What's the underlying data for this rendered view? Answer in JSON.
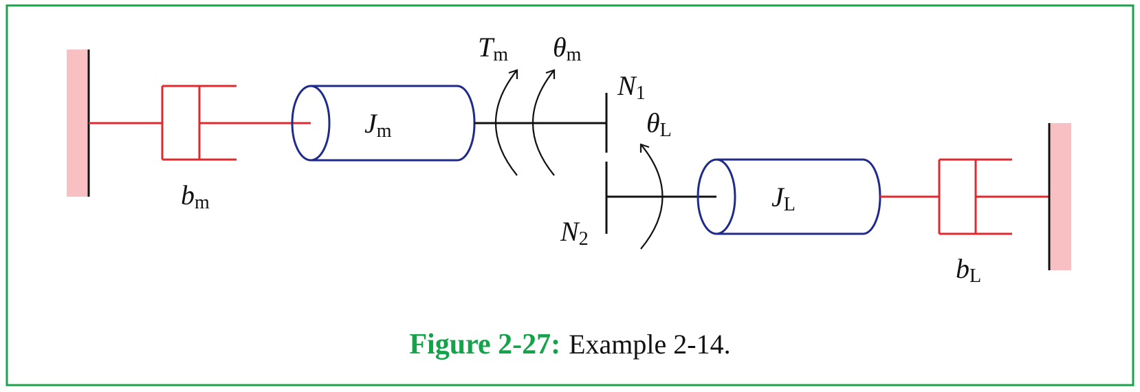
{
  "labels": {
    "Tm": {
      "main": "T",
      "sub": "m"
    },
    "theta_m": {
      "main": "θ",
      "sub": "m"
    },
    "N1": {
      "main": "N",
      "sub": "1"
    },
    "theta_L": {
      "main": "θ",
      "sub": "L"
    },
    "Jm": {
      "main": "J",
      "sub": "m"
    },
    "JL": {
      "main": "J",
      "sub": "L"
    },
    "N2": {
      "main": "N",
      "sub": "2"
    },
    "bm": {
      "main": "b",
      "sub": "m"
    },
    "bL": {
      "main": "b",
      "sub": "L"
    }
  },
  "caption": {
    "number": "Figure 2-27:",
    "text": "Example 2-14."
  },
  "colors": {
    "frame": "#1aa34a",
    "wall": "#f9c0c4",
    "damper": "#e0282d",
    "inertia": "#1f2a8a",
    "caption_number": "#14a24a"
  }
}
